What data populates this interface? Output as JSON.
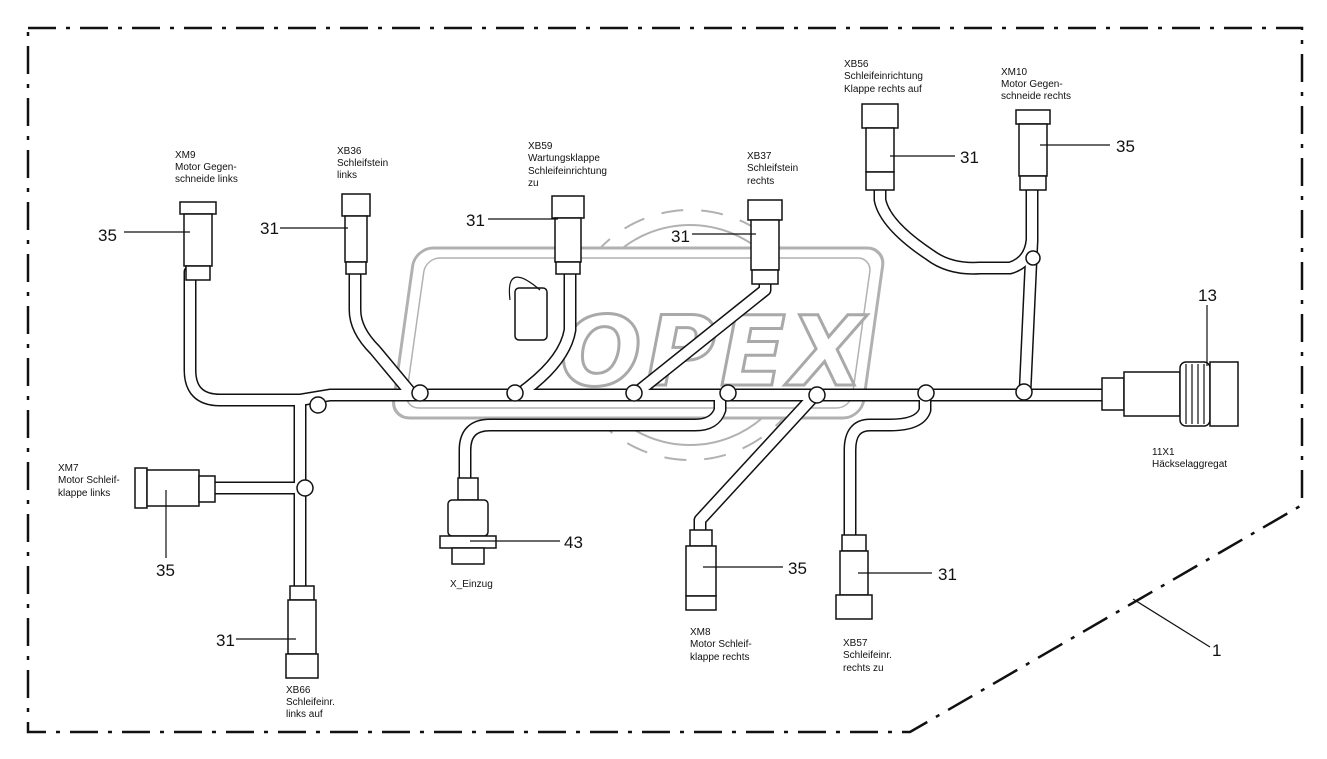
{
  "watermark": "OPEX",
  "labels": {
    "xm9": [
      "XM9",
      "Motor Gegen-",
      "schneide links"
    ],
    "xb36": [
      "XB36",
      "Schleifstein",
      "links"
    ],
    "xb59": [
      "XB59",
      "Wartungsklappe",
      "Schleifeinrichtung",
      "zu"
    ],
    "xb37": [
      "XB37",
      "Schleifstein",
      "rechts"
    ],
    "xb56": [
      "XB56",
      "Schleifeinrichtung",
      "Klappe rechts auf"
    ],
    "xm10": [
      "XM10",
      "Motor Gegen-",
      "schneide rechts"
    ],
    "x11": [
      "11X1",
      "Häckselaggregat"
    ],
    "xm7": [
      "XM7",
      "Motor Schleif-",
      "klappe links"
    ],
    "xeinzug": [
      "X_Einzug"
    ],
    "xm8": [
      "XM8",
      "Motor Schleif-",
      "klappe rechts"
    ],
    "xb57": [
      "XB57",
      "Schleifeinr.",
      "rechts zu"
    ],
    "xb66": [
      "XB66",
      "Schleifeinr.",
      "links auf"
    ]
  },
  "callouts": {
    "c_xm9": "35",
    "c_xb36": "31",
    "c_xb59": "31",
    "c_xb37": "31",
    "c_xb56": "31",
    "c_xm10": "35",
    "c_main": "13",
    "c_xm7": "35",
    "c_einzug": "43",
    "c_xm8": "35",
    "c_xb57": "31",
    "c_xb66": "31",
    "c_frame": "1"
  }
}
